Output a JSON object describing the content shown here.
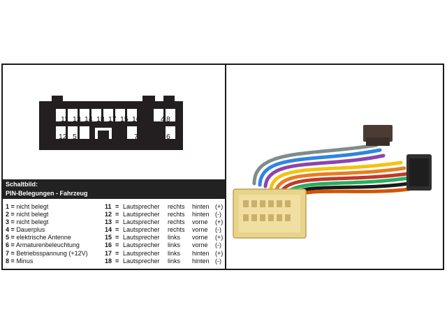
{
  "connector": {
    "top_row": [
      "11",
      "13",
      "14",
      "18",
      "17",
      "15",
      "16",
      "4",
      "8"
    ],
    "bottom_row": [
      "12",
      "5",
      "7",
      "6"
    ]
  },
  "header": {
    "title": "Schaltbild:",
    "subtitle": "PIN-Belegungen - Fahrzeug"
  },
  "pins_left": [
    {
      "num": "1",
      "desc": "nicht belegt"
    },
    {
      "num": "2",
      "desc": "nicht belegt"
    },
    {
      "num": "3",
      "desc": "nicht belegt"
    },
    {
      "num": "4",
      "desc": "Dauerplus"
    },
    {
      "num": "5",
      "desc": "elektrische Antenne"
    },
    {
      "num": "6",
      "desc": "Armaturenbeleuchtung"
    },
    {
      "num": "7",
      "desc": "Betriebsspannung (+12V)"
    },
    {
      "num": "8",
      "desc": "Minus"
    }
  ],
  "pins_right": [
    {
      "num": "11",
      "desc": "Lautsprecher",
      "side": "rechts",
      "pos": "hinten",
      "pol": "(+)"
    },
    {
      "num": "12",
      "desc": "Lautsprecher",
      "side": "rechts",
      "pos": "hinten",
      "pol": "(-)"
    },
    {
      "num": "13",
      "desc": "Lautsprecher",
      "side": "rechts",
      "pos": "vorne",
      "pol": "(+)"
    },
    {
      "num": "14",
      "desc": "Lautsprecher",
      "side": "rechts",
      "pos": "vorne",
      "pol": "(-)"
    },
    {
      "num": "15",
      "desc": "Lautsprecher",
      "side": "links",
      "pos": "vorne",
      "pol": "(+)"
    },
    {
      "num": "16",
      "desc": "Lautsprecher",
      "side": "links",
      "pos": "vorne",
      "pol": "(-)"
    },
    {
      "num": "17",
      "desc": "Lautsprecher",
      "side": "links",
      "pos": "hinten",
      "pol": "(+)"
    },
    {
      "num": "18",
      "desc": "Lautsprecher",
      "side": "links",
      "pos": "hinten",
      "pol": "(-)"
    }
  ],
  "eq_sign": "=",
  "colors": {
    "connector_body": "#231f20",
    "frame": "#1a1a1a",
    "header_band": "#222222",
    "adapter_yellow": "#e8d38a",
    "iso_plug": "#3a3a3a",
    "wire_colors": [
      "#c0392b",
      "#e67e22",
      "#f1c40f",
      "#2e86de",
      "#8e44ad",
      "#7f8c8d",
      "#27ae60",
      "#1a1a1a",
      "#d35400"
    ]
  }
}
